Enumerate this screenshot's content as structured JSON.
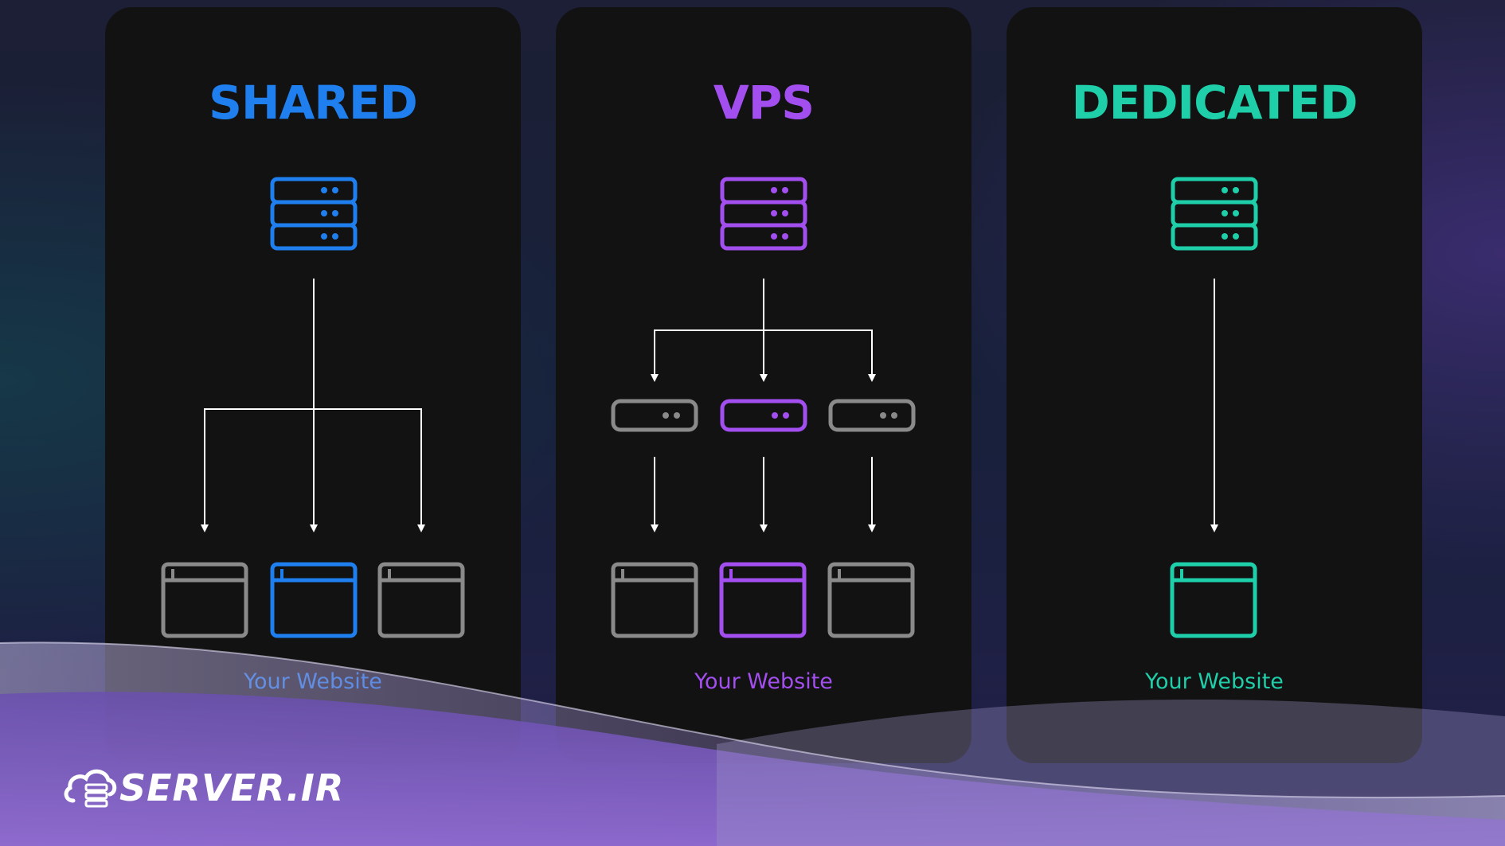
{
  "colors": {
    "shared": "#1f7fef",
    "vps": "#a34ff0",
    "dedicated": "#1ecfa9",
    "inactive": "#8a8a8a",
    "connector": "#ffffff"
  },
  "cards": [
    {
      "id": "shared",
      "title": "SHARED",
      "caption": "Your Website"
    },
    {
      "id": "vps",
      "title": "VPS",
      "caption": "Your Website"
    },
    {
      "id": "dedicated",
      "title": "DEDICATED",
      "caption": "Your Website"
    }
  ],
  "logo": {
    "text": "SERVER.IR",
    "icon": "server-cloud-icon"
  }
}
